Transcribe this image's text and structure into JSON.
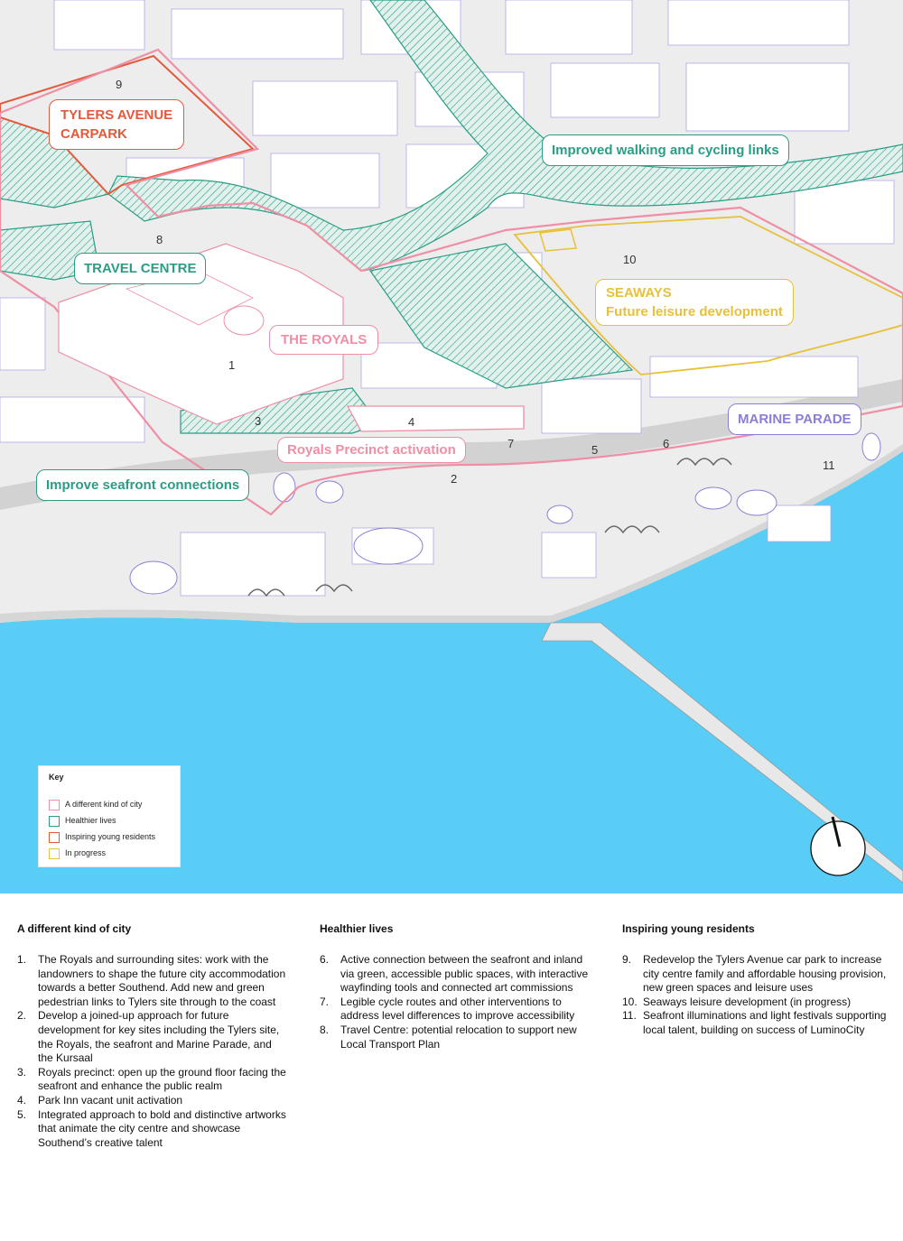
{
  "map": {
    "colors": {
      "water": "#59cdf5",
      "land": "#ededed",
      "pink": "#ef8fa5",
      "green": "#2a9d86",
      "orange": "#e5593b",
      "yellow": "#e8c03a",
      "purple": "#8b7ed6",
      "building": "#b0a8e8"
    },
    "labels": {
      "tylers": "TYLERS AVENUE\nCARPARK",
      "walking": "Improved walking and cycling links",
      "travel": "TRAVEL CENTRE",
      "royals": "THE ROYALS",
      "seaways_title": "SEAWAYS",
      "seaways_sub": "Future leisure development",
      "marine": "MARINE PARADE",
      "precinct": "Royals Precinct activation",
      "seafront": "Improve seafront connections"
    },
    "numbers": [
      "9",
      "8",
      "1",
      "3",
      "4",
      "7",
      "5",
      "6",
      "2",
      "10",
      "11"
    ],
    "compass_icon": "north-arrow-icon"
  },
  "key": {
    "title": "Key",
    "items": [
      {
        "label": "A different kind of city",
        "color": "#ef8fa5"
      },
      {
        "label": "Healthier lives",
        "color": "#2a9d86"
      },
      {
        "label": "Inspiring young residents",
        "color": "#e5593b"
      },
      {
        "label": "In progress",
        "color": "#e8c03a"
      }
    ]
  },
  "columns": [
    {
      "title": "A different kind of city",
      "items": [
        {
          "n": "1.",
          "text": "The Royals and surrounding sites: work with the landowners to shape the future city accommodation towards a better Southend. Add new and green pedestrian links to Tylers site through to the coast"
        },
        {
          "n": "2.",
          "text": "Develop a joined-up approach for future development for key sites including the Tylers site, the Royals, the seafront and Marine Parade, and the Kursaal"
        },
        {
          "n": "3.",
          "text": "Royals precinct: open up the ground floor facing the seafront and enhance the public realm"
        },
        {
          "n": "4.",
          "text": "Park Inn vacant unit activation"
        },
        {
          "n": "5.",
          "text": "Integrated approach to bold and distinctive artworks that animate the city centre and showcase Southend’s creative talent"
        }
      ]
    },
    {
      "title": "Healthier lives",
      "items": [
        {
          "n": "6.",
          "text": "Active connection between the seafront and inland via green, accessible public spaces, with interactive wayfinding tools and connected art commissions"
        },
        {
          "n": "7.",
          "text": "Legible cycle routes and other interventions to address level differences to improve accessibility"
        },
        {
          "n": "8.",
          "text": "Travel Centre: potential relocation to support new Local Transport Plan"
        }
      ]
    },
    {
      "title": "Inspiring young residents",
      "items": [
        {
          "n": "9.",
          "text": "Redevelop the Tylers Avenue car park to increase city centre family and affordable housing provision, new green spaces and leisure uses"
        },
        {
          "n": "10.",
          "text": "Seaways leisure development (in progress)"
        },
        {
          "n": "11.",
          "text": "Seafront illuminations and light festivals supporting local talent, building on success of LuminoCity"
        }
      ]
    }
  ]
}
